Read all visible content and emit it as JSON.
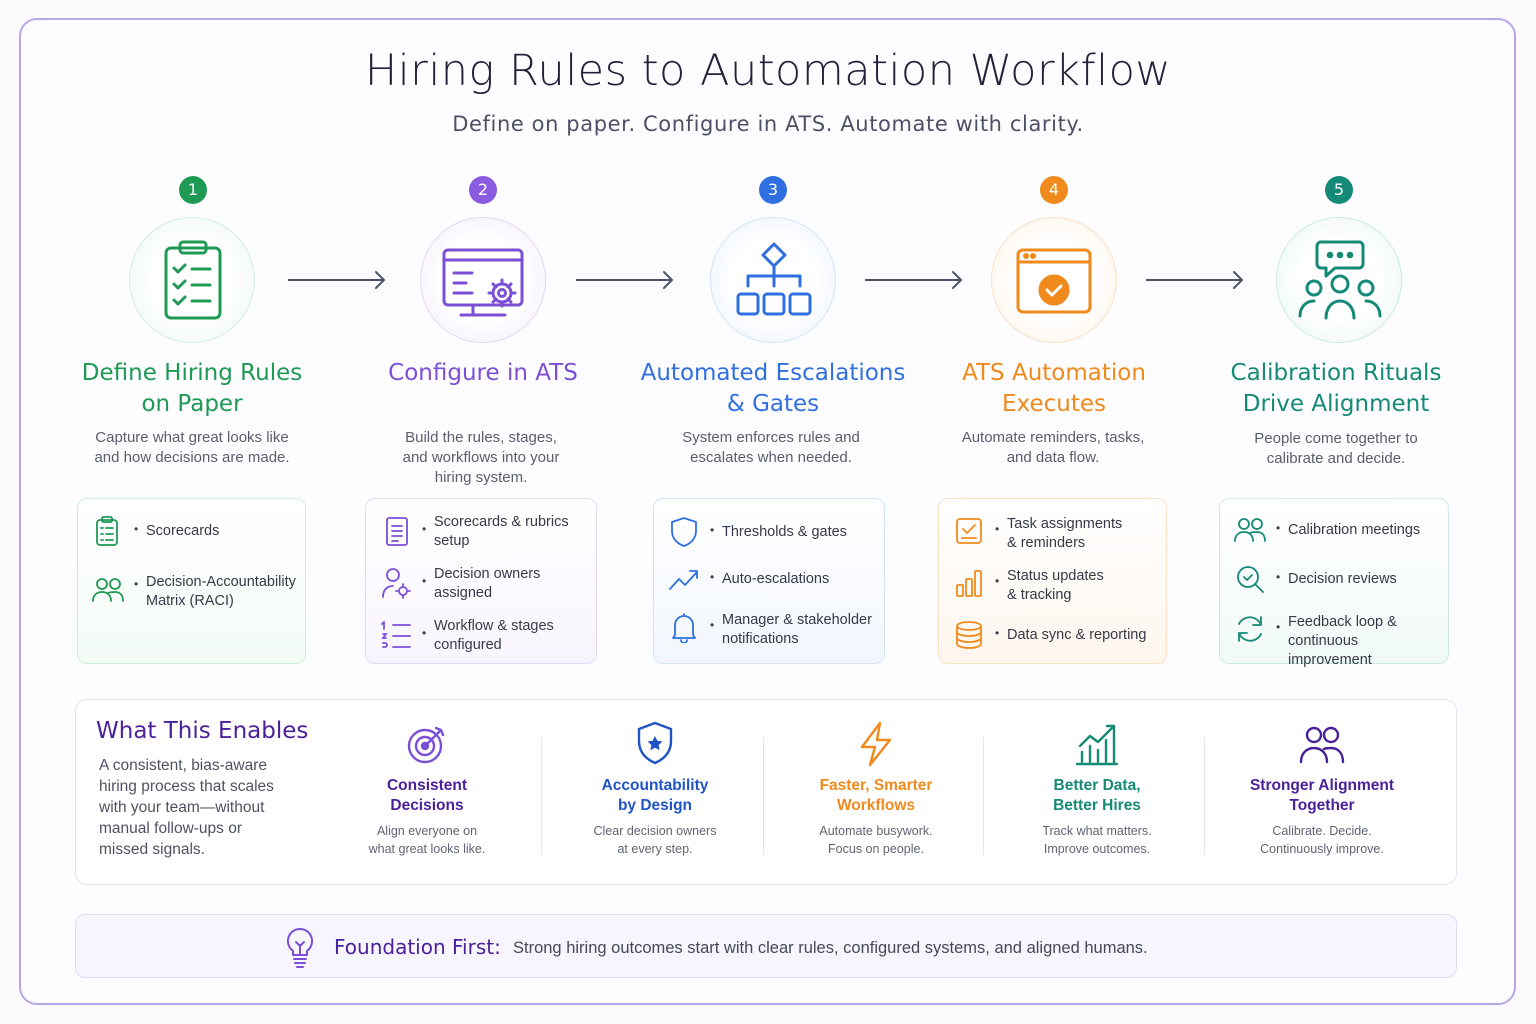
{
  "title": "Hiring Rules to Automation Workflow",
  "subtitle": "Define on paper. Configure in ATS. Automate with clarity.",
  "steps": [
    {
      "number": "1",
      "title_line1": "Define Hiring Rules",
      "title_line2": "on Paper",
      "desc_line1": "Capture what great looks like",
      "desc_line2": "and how decisions are made.",
      "desc_line3": "",
      "icon": "checklist-clipboard-icon",
      "color": "#1e9a55",
      "items": [
        {
          "line1": "Scorecards",
          "line2": "",
          "icon": "clipboard-list-icon"
        },
        {
          "line1": "Decision-Accountability",
          "line2": "Matrix (RACI)",
          "icon": "people-icon"
        }
      ]
    },
    {
      "number": "2",
      "title_line1": "Configure in ATS",
      "title_line2": "",
      "desc_line1": "Build the rules, stages,",
      "desc_line2": "and workflows into your",
      "desc_line3": "hiring system.",
      "icon": "monitor-gear-icon",
      "color": "#7b4fd6",
      "items": [
        {
          "line1": "Scorecards & rubrics",
          "line2": "setup",
          "icon": "document-lines-icon"
        },
        {
          "line1": "Decision owners",
          "line2": "assigned",
          "icon": "user-gear-icon"
        },
        {
          "line1": "Workflow & stages",
          "line2": "configured",
          "icon": "numbered-list-icon"
        }
      ]
    },
    {
      "number": "3",
      "title_line1": "Automated Escalations",
      "title_line2": "& Gates",
      "desc_line1": "System enforces rules and",
      "desc_line2": "escalates when needed.",
      "desc_line3": "",
      "icon": "hierarchy-icon",
      "color": "#2f6fe0",
      "items": [
        {
          "line1": "Thresholds & gates",
          "line2": "",
          "icon": "shield-icon"
        },
        {
          "line1": "Auto-escalations",
          "line2": "",
          "icon": "trend-up-icon"
        },
        {
          "line1": "Manager & stakeholder",
          "line2": "notifications",
          "icon": "bell-icon"
        }
      ]
    },
    {
      "number": "4",
      "title_line1": "ATS Automation",
      "title_line2": "Executes",
      "desc_line1": "Automate reminders, tasks,",
      "desc_line2": "and data flow.",
      "desc_line3": "",
      "icon": "browser-check-icon",
      "color": "#f08a1c",
      "items": [
        {
          "line1": "Task assignments",
          "line2": "& reminders",
          "icon": "task-check-icon"
        },
        {
          "line1": "Status updates",
          "line2": "& tracking",
          "icon": "bar-chart-icon"
        },
        {
          "line1": "Data sync & reporting",
          "line2": "",
          "icon": "database-icon"
        }
      ]
    },
    {
      "number": "5",
      "title_line1": "Calibration Rituals",
      "title_line2": "Drive Alignment",
      "desc_line1": "People come together to",
      "desc_line2": "calibrate and decide.",
      "desc_line3": "",
      "icon": "group-chat-icon",
      "color": "#158a76",
      "items": [
        {
          "line1": "Calibration meetings",
          "line2": "",
          "icon": "people-icon"
        },
        {
          "line1": "Decision reviews",
          "line2": "",
          "icon": "magnifier-check-icon"
        },
        {
          "line1": "Feedback loop &",
          "line2": "continuous improvement",
          "icon": "refresh-icon"
        }
      ]
    }
  ],
  "enables": {
    "title": "What This Enables",
    "desc_lines": [
      "A consistent, bias-aware",
      "hiring process that scales",
      "with your team—without",
      "manual follow-ups or",
      "missed signals."
    ],
    "benefits": [
      {
        "title_line1": "Consistent",
        "title_line2": "Decisions",
        "desc_line1": "Align everyone on",
        "desc_line2": "what great looks like.",
        "icon": "target-icon",
        "color": "#4a1f9a"
      },
      {
        "title_line1": "Accountability",
        "title_line2": "by Design",
        "desc_line1": "Clear decision owners",
        "desc_line2": "at every step.",
        "icon": "shield-star-icon",
        "color": "#1f54c4"
      },
      {
        "title_line1": "Faster, Smarter",
        "title_line2": "Workflows",
        "desc_line1": "Automate busywork.",
        "desc_line2": "Focus on people.",
        "icon": "lightning-icon",
        "color": "#f08a1c"
      },
      {
        "title_line1": "Better Data,",
        "title_line2": "Better Hires",
        "desc_line1": "Track what matters.",
        "desc_line2": "Improve outcomes.",
        "icon": "growth-chart-icon",
        "color": "#158a76"
      },
      {
        "title_line1": "Stronger Alignment",
        "title_line2": "Together",
        "desc_line1": "Calibrate. Decide.",
        "desc_line2": "Continuously improve.",
        "icon": "people-icon",
        "color": "#4a1f9a"
      }
    ]
  },
  "foundation": {
    "title": "Foundation First:",
    "text": "Strong hiring outcomes start with clear rules, configured systems, and aligned humans.",
    "icon": "lightbulb-icon"
  }
}
